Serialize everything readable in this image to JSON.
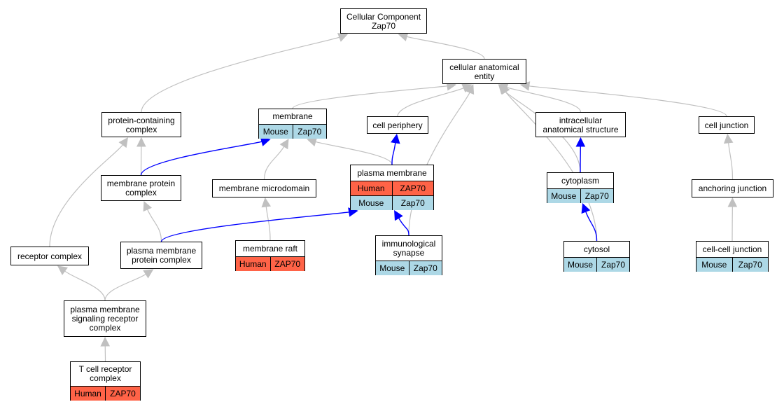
{
  "colors": {
    "human": "#ff6347",
    "mouse": "#add8e6",
    "edge_default": "#c0c0c0",
    "edge_highlight": "#0000ff"
  },
  "nodes": {
    "cc_root": {
      "title": "Cellular Component\nZap70"
    },
    "anatomical_entity": {
      "title": "cellular anatomical\nentity"
    },
    "protein_containing_complex": {
      "title": "protein-containing\ncomplex"
    },
    "membrane": {
      "title": "membrane",
      "rows": [
        [
          "Mouse",
          "Zap70"
        ]
      ]
    },
    "cell_periphery": {
      "title": "cell periphery"
    },
    "intracellular_structure": {
      "title": "intracellular\nanatomical structure"
    },
    "cell_junction": {
      "title": "cell junction"
    },
    "membrane_protein_complex": {
      "title": "membrane protein\ncomplex"
    },
    "membrane_microdomain": {
      "title": "membrane microdomain"
    },
    "plasma_membrane": {
      "title": "plasma membrane",
      "rows": [
        [
          "Human",
          "ZAP70"
        ],
        [
          "Mouse",
          "Zap70"
        ]
      ]
    },
    "cytoplasm": {
      "title": "cytoplasm",
      "rows": [
        [
          "Mouse",
          "Zap70"
        ]
      ]
    },
    "anchoring_junction": {
      "title": "anchoring junction"
    },
    "receptor_complex": {
      "title": "receptor complex"
    },
    "pm_protein_complex": {
      "title": "plasma membrane\nprotein complex"
    },
    "membrane_raft": {
      "title": "membrane raft",
      "rows": [
        [
          "Human",
          "ZAP70"
        ]
      ]
    },
    "immunological_synapse": {
      "title": "immunological\nsynapse",
      "rows": [
        [
          "Mouse",
          "Zap70"
        ]
      ]
    },
    "cytosol": {
      "title": "cytosol",
      "rows": [
        [
          "Mouse",
          "Zap70"
        ]
      ]
    },
    "cell_cell_junction": {
      "title": "cell-cell junction",
      "rows": [
        [
          "Mouse",
          "Zap70"
        ]
      ]
    },
    "pm_signaling_receptor_complex": {
      "title": "plasma membrane\nsignaling receptor\ncomplex"
    },
    "tcr_complex": {
      "title": "T cell receptor\ncomplex",
      "rows": [
        [
          "Human",
          "ZAP70"
        ]
      ]
    }
  },
  "edges": [
    {
      "from": "anatomical_entity",
      "to": "cc_root",
      "highlight": false
    },
    {
      "from": "protein_containing_complex",
      "to": "cc_root",
      "highlight": false
    },
    {
      "from": "membrane",
      "to": "anatomical_entity",
      "highlight": false
    },
    {
      "from": "cell_periphery",
      "to": "anatomical_entity",
      "highlight": false
    },
    {
      "from": "intracellular_structure",
      "to": "anatomical_entity",
      "highlight": false
    },
    {
      "from": "cell_junction",
      "to": "anatomical_entity",
      "highlight": false
    },
    {
      "from": "immunological_synapse",
      "to": "anatomical_entity",
      "highlight": false
    },
    {
      "from": "cytoplasm",
      "to": "anatomical_entity",
      "highlight": false
    },
    {
      "from": "cytosol",
      "to": "anatomical_entity",
      "highlight": false
    },
    {
      "from": "membrane_protein_complex",
      "to": "protein_containing_complex",
      "highlight": false
    },
    {
      "from": "receptor_complex",
      "to": "protein_containing_complex",
      "highlight": false
    },
    {
      "from": "membrane_protein_complex",
      "to": "membrane",
      "highlight": true
    },
    {
      "from": "membrane_microdomain",
      "to": "membrane",
      "highlight": false
    },
    {
      "from": "plasma_membrane",
      "to": "membrane",
      "highlight": false
    },
    {
      "from": "plasma_membrane",
      "to": "cell_periphery",
      "highlight": true
    },
    {
      "from": "cytoplasm",
      "to": "intracellular_structure",
      "highlight": true
    },
    {
      "from": "anchoring_junction",
      "to": "cell_junction",
      "highlight": false
    },
    {
      "from": "pm_protein_complex",
      "to": "membrane_protein_complex",
      "highlight": false
    },
    {
      "from": "membrane_raft",
      "to": "membrane_microdomain",
      "highlight": false
    },
    {
      "from": "pm_protein_complex",
      "to": "plasma_membrane",
      "highlight": true
    },
    {
      "from": "immunological_synapse",
      "to": "plasma_membrane",
      "highlight": true
    },
    {
      "from": "cytosol",
      "to": "cytoplasm",
      "highlight": true
    },
    {
      "from": "cell_cell_junction",
      "to": "anchoring_junction",
      "highlight": false
    },
    {
      "from": "pm_signaling_receptor_complex",
      "to": "receptor_complex",
      "highlight": false
    },
    {
      "from": "pm_signaling_receptor_complex",
      "to": "pm_protein_complex",
      "highlight": false
    },
    {
      "from": "tcr_complex",
      "to": "pm_signaling_receptor_complex",
      "highlight": false
    }
  ]
}
